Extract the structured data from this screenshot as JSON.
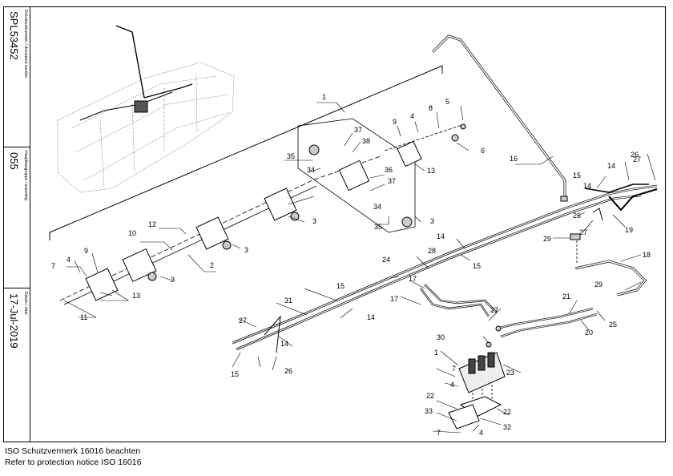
{
  "title_block": {
    "document_number_label": "Dokumentnummer / document number",
    "document_number": "SPL53452",
    "assembly_label": "Hauptbaugruppe / assembly",
    "assembly": "055",
    "date_label": "Datum / date",
    "date": "17-Jul-2019"
  },
  "callouts": [
    "1",
    "2",
    "3",
    "3",
    "3",
    "3",
    "4",
    "4",
    "4",
    "4",
    "5",
    "6",
    "7",
    "7",
    "7",
    "8",
    "9",
    "9",
    "10",
    "11",
    "12",
    "13",
    "13",
    "14",
    "14",
    "14",
    "14",
    "14",
    "15",
    "15",
    "15",
    "15",
    "16",
    "17",
    "17",
    "18",
    "19",
    "20",
    "21",
    "22",
    "22",
    "23",
    "24",
    "25",
    "26",
    "26",
    "26",
    "27",
    "27",
    "27",
    "27",
    "28",
    "29",
    "29",
    "30",
    "31",
    "32",
    "33",
    "34",
    "34",
    "35",
    "35",
    "36",
    "37",
    "37",
    "38",
    "1"
  ],
  "notices": {
    "line1": "ISO Schutzvermerk 16016 beachten",
    "line2": "Refer to protection notice ISO 16016"
  }
}
